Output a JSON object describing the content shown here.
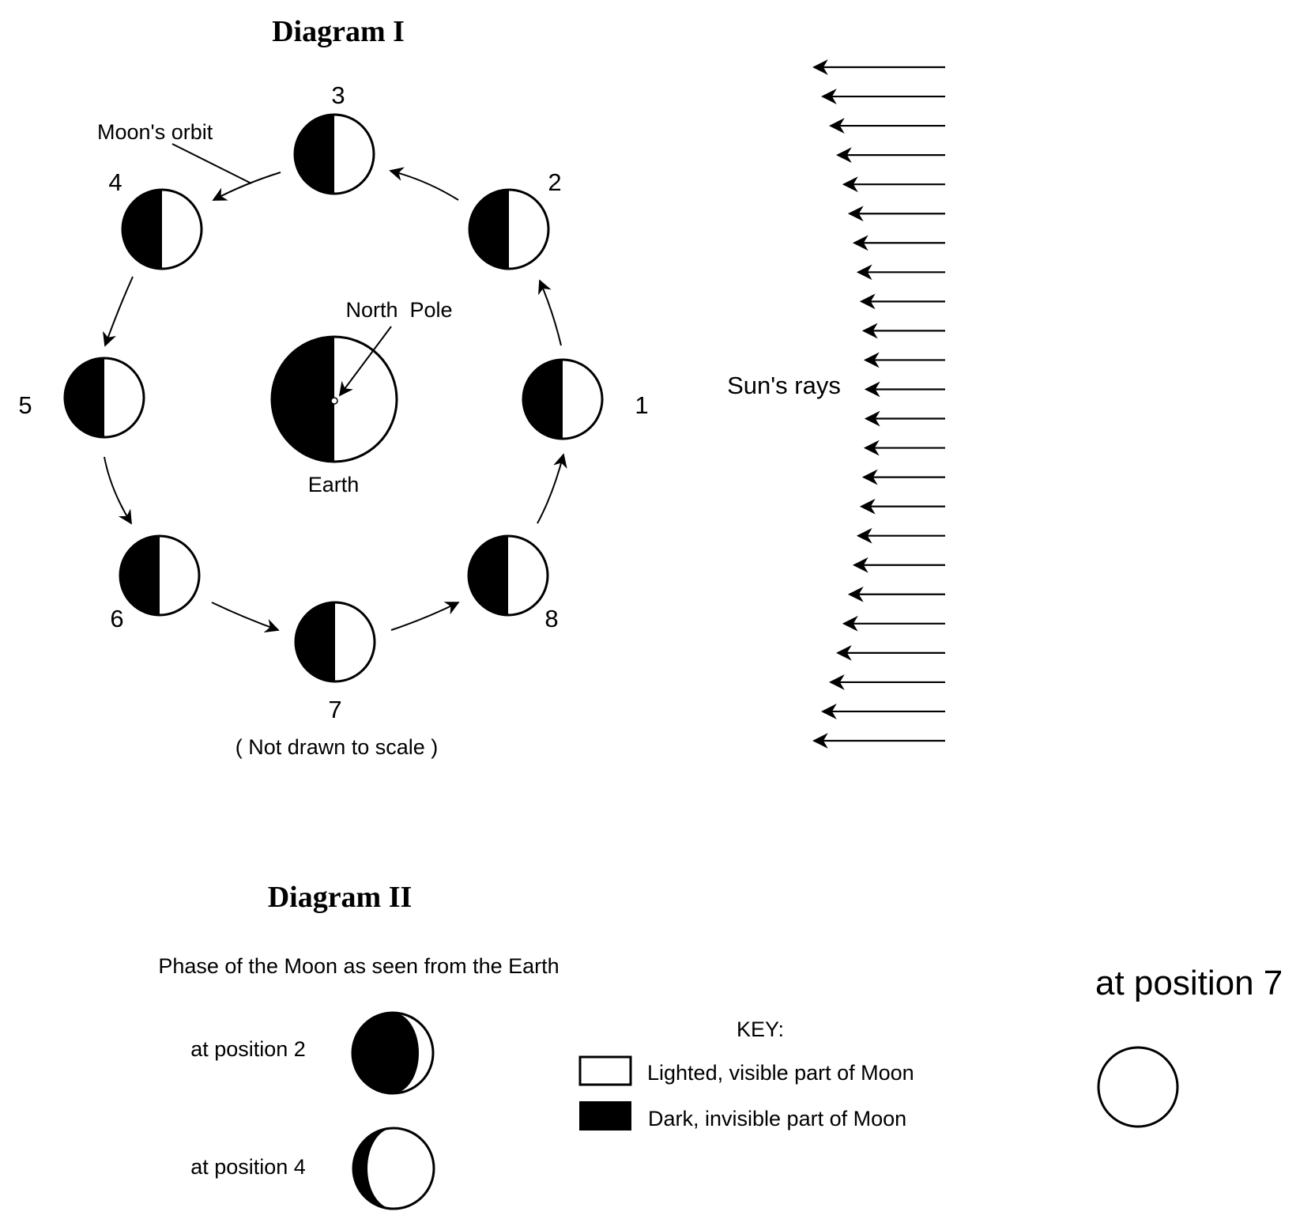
{
  "diagram1": {
    "title": "Diagram I",
    "orbit_label": "Moon's orbit",
    "north_pole_label": "North  Pole",
    "earth_label": "Earth",
    "note": "( Not drawn to scale )",
    "sun_label": "Sun's rays",
    "sun_ray_count": 24,
    "sun_ray_direction": "left",
    "earth_phase": "left half dark, right half lit",
    "moon_positions": [
      {
        "number": "1",
        "phase": "left half dark, right half lit"
      },
      {
        "number": "2",
        "phase": "left half dark, right half lit"
      },
      {
        "number": "3",
        "phase": "left half dark, right half lit"
      },
      {
        "number": "4",
        "phase": "left half dark, right half lit"
      },
      {
        "number": "5",
        "phase": "left half dark, right half lit"
      },
      {
        "number": "6",
        "phase": "left half dark, right half lit"
      },
      {
        "number": "7",
        "phase": "left half dark, right half lit"
      },
      {
        "number": "8",
        "phase": "left half dark, right half lit"
      }
    ],
    "orbit_direction": "counterclockwise"
  },
  "diagram2": {
    "title": "Diagram II",
    "subtitle": "Phase of the Moon as seen from the Earth",
    "phases": [
      {
        "label": "at position 2",
        "appearance": "mostly dark, thin lit crescent on right"
      },
      {
        "label": "at position 4",
        "appearance": "mostly lit, thin dark crescent on left"
      },
      {
        "label": "at position 7",
        "appearance": "empty outline circle"
      }
    ],
    "key": {
      "title": "KEY:",
      "items": [
        {
          "swatch": "white",
          "label": "Lighted, visible part of Moon"
        },
        {
          "swatch": "black",
          "label": "Dark, invisible part of Moon"
        }
      ]
    }
  },
  "colors": {
    "ink": "#000000",
    "paper": "#ffffff"
  }
}
